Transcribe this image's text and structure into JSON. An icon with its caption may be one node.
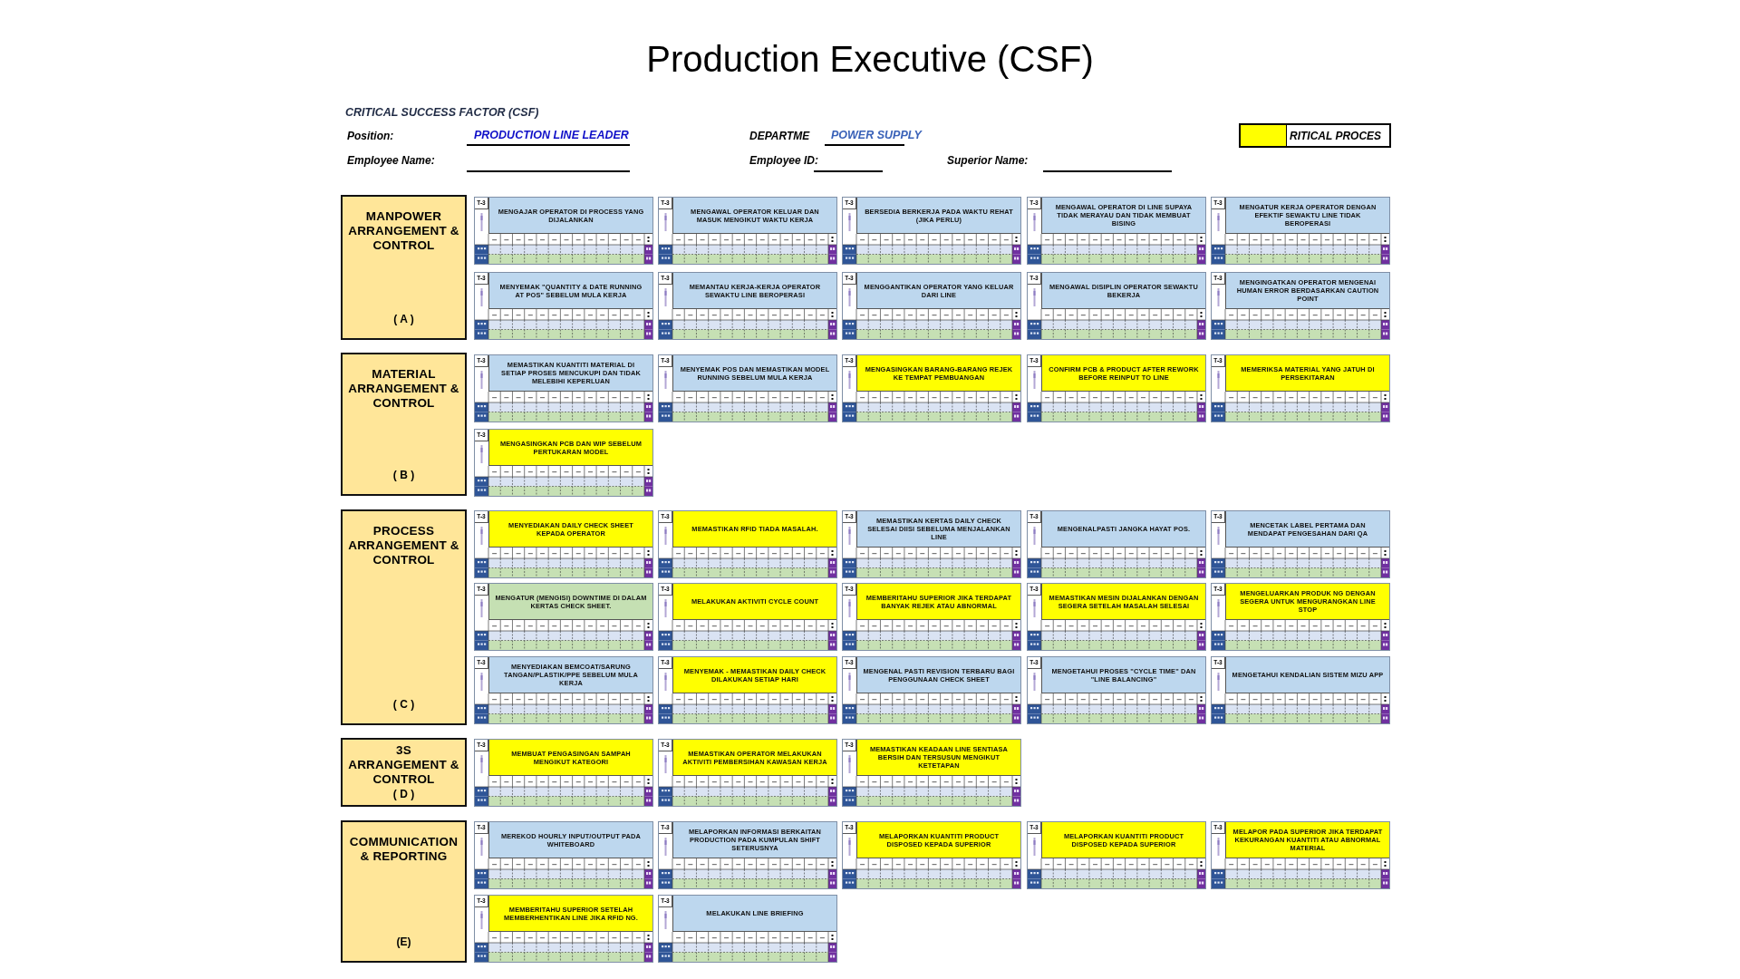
{
  "diagram": {
    "title": "Production Executive (CSF)",
    "nodes": [
      {
        "text": [
          "MANPOWER ARRANGEMENT & CONTROL",
          "( A )"
        ]
      },
      {
        "text": [
          "T-3",
          "MENGAJAR OPERATOR DI PROCESS YANG DIJALANKAN"
        ]
      },
      {
        "text": [
          "T-3",
          "MENGAWAL OPERATOR KELUAR DAN MASUK MENGIKUT WAKTU KERJA"
        ]
      },
      {
        "text": [
          "T-3",
          "BERSEDIA BERKERJA PADA WAKTU REHAT (JIKA PERLU)"
        ]
      },
      {
        "text": [
          "T-3",
          "MENGAWAL OPERATOR DI LINE SUPAYA TIDAK MERAYAU DAN TIDAK MEMBUAT BISING"
        ]
      },
      {
        "text": [
          "T-3",
          "MENGATUR KERJA OPERATOR DENGAN EFEKTIF SEWAKTU LINE TIDAK BEROPERASI"
        ]
      },
      {
        "text": [
          "T-3",
          "MENYEMAK \"QUANTITY & DATE RUNNING AT POS\" SEBELUM MULA KERJA"
        ]
      },
      {
        "text": [
          "T-3",
          "MEMANTAU KERJA-KERJA OPERATOR SEWAKTU LINE BEROPERASI"
        ]
      },
      {
        "text": [
          "T-3",
          "MENGGANTIKAN OPERATOR YANG KELUAR DARI LINE"
        ]
      },
      {
        "text": [
          "T-3",
          "MENGAWAL DISIPLIN OPERATOR SEWAKTU BEKERJA"
        ]
      },
      {
        "text": [
          "T-3",
          "MENGINGATKAN OPERATOR MENGENAI HUMAN ERROR BERDASARKAN CAUTION POINT"
        ]
      },
      {
        "text": [
          "MATERIAL ARRANGEMENT & CONTROL",
          "( B )"
        ]
      },
      {
        "text": [
          "T-3",
          "MEMASTIKAN KUANTITI MATERIAL DI SETIAP PROSES MENCUKUPI DAN TIDAK MELEBIHI KEPERLUAN"
        ]
      },
      {
        "text": [
          "T-3",
          "MENYEMAK POS DAN MEMASTIKAN MODEL RUNNING SEBELUM MULA KERJA"
        ]
      },
      {
        "text": [
          "T-3",
          "MENGASINGKAN BARANG-BARANG REJEK KE TEMPAT PEMBUANGAN"
        ]
      },
      {
        "text": [
          "T-3",
          "CONFIRM PCB & PRODUCT AFTER REWORK BEFORE REINPUT TO LINE"
        ]
      },
      {
        "text": [
          "T-3",
          "MEMERIKSA MATERIAL YANG JATUH DI PERSEKITARAN"
        ]
      },
      {
        "text": [
          "T-3",
          "MENGASINGKAN PCB DAN WIP SEBELUM PERTUKARAN MODEL"
        ]
      },
      {
        "text": [
          "PROCESS ARRANGEMENT & CONTROL",
          "( C )"
        ]
      },
      {
        "text": [
          "T-3",
          "MENYEDIAKAN DAILY CHECK SHEET KEPADA OPERATOR"
        ]
      },
      {
        "text": [
          "T-3",
          "MEMASTIKAN RFID TIADA MASALAH."
        ]
      },
      {
        "text": [
          "T-3",
          "MEMASTIKAN KERTAS DAILY CHECK SELESAI DIISI SEBELUMA MENJALANKAN LINE"
        ]
      },
      {
        "text": [
          "T-3",
          "MENGENALPASTI JANGKA HAYAT POS."
        ]
      },
      {
        "text": [
          "T-3",
          "MENCETAK LABEL PERTAMA DAN MENDAPAT PENGESAHAN DARI QA"
        ]
      },
      {
        "text": [
          "T-3",
          "MENGATUR (MENGISI) DOWNTIME DI DALAM KERTAS CHECK SHEET."
        ]
      },
      {
        "text": [
          "T-3",
          "MELAKUKAN AKTIVITI CYCLE COUNT"
        ]
      },
      {
        "text": [
          "T-3",
          "MEMBERITAHU SUPERIOR JIKA TERDAPAT BANYAK REJEK ATAU ABNORMAL"
        ]
      },
      {
        "text": [
          "T-3",
          "MEMASTIKAN MESIN DIJALANKAN DENGAN SEGERA SETELAH MASALAH SELESAI"
        ]
      },
      {
        "text": [
          "T-3",
          "MENGELUARKAN PRODUK NG DENGAN SEGERA UNTUK MENGURANGKAN LINE STOP"
        ]
      },
      {
        "text": [
          "T-3",
          "MENYEDIAKAN BEMCOAT/SARUNG TANGAN/PLASTIK/PPE SEBELUM MULA KERJA"
        ]
      },
      {
        "text": [
          "T-3",
          "MENYEMAK - MEMASTIKAN DAILY CHECK DILAKUKAN SETIAP HARI"
        ]
      },
      {
        "text": [
          "T-3",
          "MENGENAL PASTI REVISION TERBARU BAGI PENGGUNAAN CHECK SHEET"
        ]
      },
      {
        "text": [
          "T-3",
          "MENGETAHUI PROSES \"CYCLE TIME\" DAN \"LINE BALANCING\""
        ]
      },
      {
        "text": [
          "T-3",
          "MENGETAHUI KENDALIAN SISTEM MIZU APP"
        ]
      },
      {
        "text": [
          "3S ARRANGEMENT & CONTROL",
          "( D )"
        ]
      },
      {
        "text": [
          "T-3",
          "MEMBUAT PENGASINGAN SAMPAH MENGIKUT KATEGORI"
        ]
      },
      {
        "text": [
          "T-3",
          "MEMASTIKAN OPERATOR MELAKUKAN AKTIVITI PEMBERSIHAN KAWASAN KERJA"
        ]
      },
      {
        "text": [
          "T-3",
          "MEMASTIKAN KEADAAN LINE SENTIASA BERSIH DAN TERSUSUN MENGIKUT KETETAPAN"
        ]
      },
      {
        "text": [
          "COMMUNICATION & REPORTING",
          "(E)"
        ]
      },
      {
        "text": [
          "T-3",
          "MEREKOD HOURLY INPUT/OUTPUT PADA WHITEBOARD"
        ]
      },
      {
        "text": [
          "T-3",
          "MELAPORKAN INFORMASI BERKAITAN PRODUCTION PADA KUMPULAN SHIFT SETERUSNYA"
        ]
      },
      {
        "text": [
          "T-3",
          "MELAPORKAN KUANTITI PRODUCT DISPOSED KEPADA SUPERIOR"
        ]
      },
      {
        "text": [
          "T-3",
          "MELAPORKAN KUANTITI PRODUCT DISPOSED KEPADA SUPERIOR"
        ]
      },
      {
        "text": [
          "T-3",
          "MELAPOR PADA SUPERIOR JIKA TERDAPAT KEKURANGAN KUANTITI ATAU ABNORMAL MATERIAL"
        ]
      },
      {
        "text": [
          "T-3",
          "MEMBERITAHU SUPERIOR SETELAH MEMBERHENTIKAN LINE JIKA RFID NG."
        ]
      },
      {
        "text": [
          "T-3",
          "MELAKUKAN LINE BRIEFING"
        ]
      }
    ],
    "labels": [
      "CRITICAL SUCCESS FACTOR (CSF)",
      "Position:",
      "PRODUCTION LINE LEADER",
      "DEPARTME",
      "POWER SUPPLY",
      "Employee Name:",
      "Employee ID:",
      "Superior Name:"
    ],
    "legend": [
      {
        "text": "RITICAL PROCES",
        "color": "#ffff00"
      }
    ]
  }
}
